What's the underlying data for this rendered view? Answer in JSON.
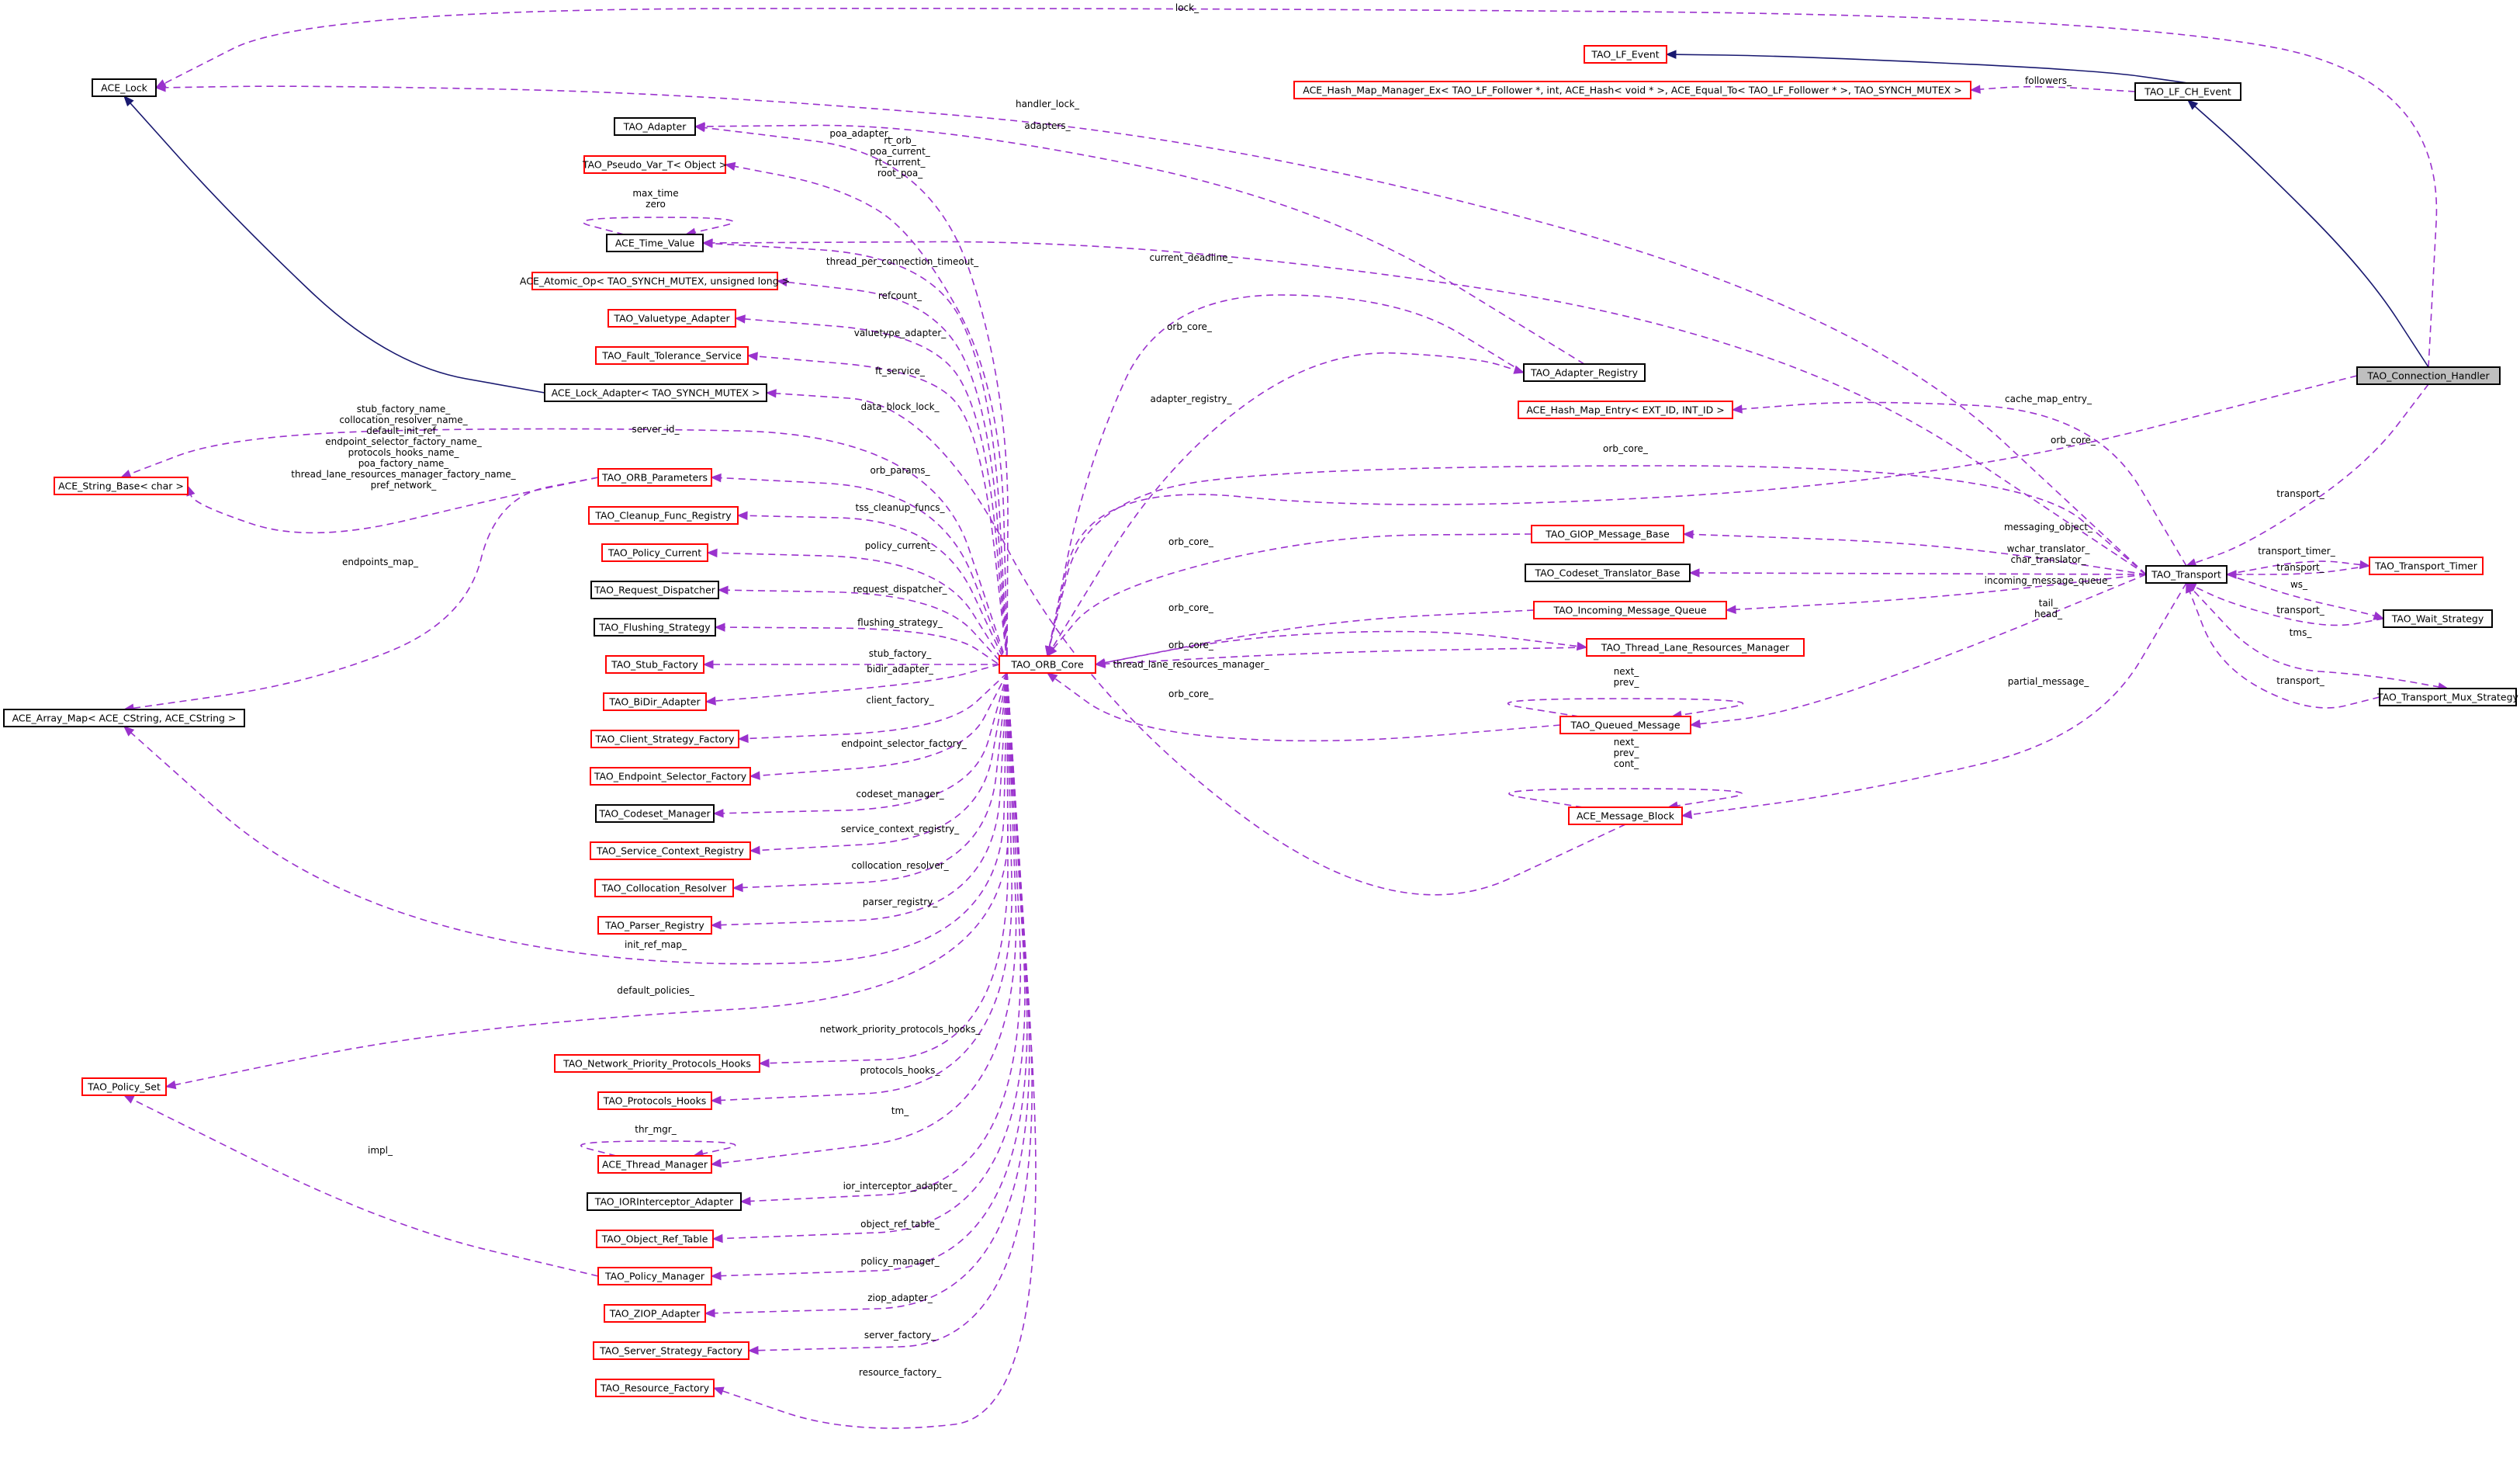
{
  "diagram": {
    "nodes": {
      "ace_lock": {
        "label": "ACE_Lock",
        "border": "black"
      },
      "tao_adapter": {
        "label": "TAO_Adapter",
        "border": "black"
      },
      "tao_pseudo_var": {
        "label": "TAO_Pseudo_Var_T< Object >",
        "border": "red"
      },
      "ace_time_value": {
        "label": "ACE_Time_Value",
        "border": "black"
      },
      "ace_atomic_op": {
        "label": "ACE_Atomic_Op< TAO_SYNCH_MUTEX, unsigned long >",
        "border": "red"
      },
      "tao_valuetype_adapter": {
        "label": "TAO_Valuetype_Adapter",
        "border": "red"
      },
      "tao_fault_tolerance": {
        "label": "TAO_Fault_Tolerance_Service",
        "border": "red"
      },
      "ace_lock_adapter": {
        "label": "ACE_Lock_Adapter< TAO_SYNCH_MUTEX >",
        "border": "black"
      },
      "ace_string_base": {
        "label": "ACE_String_Base< char >",
        "border": "red"
      },
      "tao_orb_parameters": {
        "label": "TAO_ORB_Parameters",
        "border": "red"
      },
      "tao_cleanup_func": {
        "label": "TAO_Cleanup_Func_Registry",
        "border": "red"
      },
      "tao_policy_current": {
        "label": "TAO_Policy_Current",
        "border": "red"
      },
      "tao_request_dispatcher": {
        "label": "TAO_Request_Dispatcher",
        "border": "black"
      },
      "tao_flushing_strategy": {
        "label": "TAO_Flushing_Strategy",
        "border": "black"
      },
      "tao_stub_factory": {
        "label": "TAO_Stub_Factory",
        "border": "red"
      },
      "tao_bidir_adapter": {
        "label": "TAO_BiDir_Adapter",
        "border": "red"
      },
      "ace_array_map": {
        "label": "ACE_Array_Map< ACE_CString, ACE_CString >",
        "border": "black"
      },
      "tao_client_strategy": {
        "label": "TAO_Client_Strategy_Factory",
        "border": "red"
      },
      "tao_endpoint_selector": {
        "label": "TAO_Endpoint_Selector_Factory",
        "border": "red"
      },
      "tao_codeset_manager": {
        "label": "TAO_Codeset_Manager",
        "border": "black"
      },
      "tao_service_context": {
        "label": "TAO_Service_Context_Registry",
        "border": "red"
      },
      "tao_collocation_resolver": {
        "label": "TAO_Collocation_Resolver",
        "border": "red"
      },
      "tao_parser_registry": {
        "label": "TAO_Parser_Registry",
        "border": "red"
      },
      "tao_policy_set": {
        "label": "TAO_Policy_Set",
        "border": "red"
      },
      "tao_network_priority": {
        "label": "TAO_Network_Priority_Protocols_Hooks",
        "border": "red"
      },
      "tao_protocols_hooks": {
        "label": "TAO_Protocols_Hooks",
        "border": "red"
      },
      "ace_thread_manager": {
        "label": "ACE_Thread_Manager",
        "border": "red"
      },
      "tao_iorinterceptor": {
        "label": "TAO_IORInterceptor_Adapter",
        "border": "black"
      },
      "tao_object_ref_table": {
        "label": "TAO_Object_Ref_Table",
        "border": "red"
      },
      "tao_policy_manager": {
        "label": "TAO_Policy_Manager",
        "border": "red"
      },
      "tao_ziop_adapter": {
        "label": "TAO_ZIOP_Adapter",
        "border": "red"
      },
      "tao_server_strategy": {
        "label": "TAO_Server_Strategy_Factory",
        "border": "red"
      },
      "tao_resource_factory": {
        "label": "TAO_Resource_Factory",
        "border": "red"
      },
      "tao_orb_core": {
        "label": "TAO_ORB_Core",
        "border": "red"
      },
      "tao_adapter_registry": {
        "label": "TAO_Adapter_Registry",
        "border": "black"
      },
      "ace_hash_map_entry": {
        "label": "ACE_Hash_Map_Entry< EXT_ID, INT_ID >",
        "border": "red"
      },
      "tao_giop_message_base": {
        "label": "TAO_GIOP_Message_Base",
        "border": "red"
      },
      "tao_codeset_translator": {
        "label": "TAO_Codeset_Translator_Base",
        "border": "black"
      },
      "tao_incoming_queue": {
        "label": "TAO_Incoming_Message_Queue",
        "border": "red"
      },
      "tao_thread_lane": {
        "label": "TAO_Thread_Lane_Resources_Manager",
        "border": "red"
      },
      "tao_queued_message": {
        "label": "TAO_Queued_Message",
        "border": "red"
      },
      "ace_message_block": {
        "label": "ACE_Message_Block",
        "border": "red"
      },
      "tao_lf_event": {
        "label": "TAO_LF_Event",
        "border": "red"
      },
      "ace_hash_map_manager": {
        "label": "ACE_Hash_Map_Manager_Ex< TAO_LF_Follower *, int, ACE_Hash< void * >, ACE_Equal_To< TAO_LF_Follower * >, TAO_SYNCH_MUTEX >",
        "border": "red"
      },
      "tao_lf_ch_event": {
        "label": "TAO_LF_CH_Event",
        "border": "black"
      },
      "tao_connection_handler": {
        "label": "TAO_Connection_Handler",
        "border": "gray"
      },
      "tao_transport": {
        "label": "TAO_Transport",
        "border": "black"
      },
      "tao_transport_timer": {
        "label": "TAO_Transport_Timer",
        "border": "red"
      },
      "tao_wait_strategy": {
        "label": "TAO_Wait_Strategy",
        "border": "black"
      },
      "tao_transport_mux": {
        "label": "TAO_Transport_Mux_Strategy",
        "border": "black"
      }
    },
    "edge_labels": {
      "lock": "lock_",
      "handler_lock": "handler_lock_",
      "adapters": "adapters_",
      "poa_adapter": "poa_adapter_",
      "rt_orb": "rt_orb_\npoa_current_\nrt_current_\nroot_poa_",
      "max_time": "max_time\nzero",
      "current_deadline": "current_deadline_",
      "thread_per_connection": "thread_per_connection_timeout_",
      "refcount": "refcount_",
      "valuetype_adapter": "valuetype_adapter_",
      "ft_service": "ft_service_",
      "data_block_lock": "data_block_lock_",
      "server_id": "server_id_",
      "string_base_members": "stub_factory_name_\ncollocation_resolver_name_\ndefault_init_ref_\nendpoint_selector_factory_name_\nprotocols_hooks_name_\npoa_factory_name_\nthread_lane_resources_manager_factory_name_\npref_network_",
      "endpoints_map": "endpoints_map_",
      "orb_params": "orb_params_",
      "tss_cleanup_funcs": "tss_cleanup_funcs_",
      "policy_current": "policy_current_",
      "request_dispatcher": "request_dispatcher_",
      "flushing_strategy": "flushing_strategy_",
      "stub_factory": "stub_factory_",
      "bidir_adapter": "bidir_adapter_",
      "client_factory": "client_factory_",
      "endpoint_selector_factory": "endpoint_selector_factory_",
      "codeset_manager": "codeset_manager_",
      "service_context_registry": "service_context_registry_",
      "collocation_resolver": "collocation_resolver_",
      "parser_registry": "parser_registry_",
      "init_ref_map": "init_ref_map_",
      "default_policies": "default_policies_",
      "network_priority_protocols_hooks": "network_priority_protocols_hooks_",
      "protocols_hooks": "protocols_hooks_",
      "tm": "tm_",
      "thr_mgr": "thr_mgr_",
      "impl": "impl_",
      "ior_interceptor_adapter": "ior_interceptor_adapter_",
      "object_ref_table": "object_ref_table_",
      "policy_manager": "policy_manager_",
      "ziop_adapter": "ziop_adapter_",
      "server_factory": "server_factory_",
      "resource_factory": "resource_factory_",
      "orb_core_adapter_registry": "orb_core_",
      "adapter_registry": "adapter_registry_",
      "orb_core_handler": "orb_core_",
      "orb_core_transport": "orb_core_",
      "orb_core_giop": "orb_core_",
      "orb_core_incoming": "orb_core_",
      "orb_core_thread_lane": "orb_core_",
      "orb_core_queued": "orb_core_",
      "thread_lane_resources_manager": "thread_lane_resources_manager_",
      "cache_map_entry": "cache_map_entry_",
      "messaging_object": "messaging_object_",
      "translators": "wchar_translator_\nchar_translator_",
      "incoming_message_queue": "incoming_message_queue_",
      "tail_head": "tail_\nhead_",
      "next_prev": "next_\nprev_",
      "partial_message": "partial_message_",
      "next_prev_cont": "next_\nprev_\ncont_",
      "followers": "followers_",
      "transport_ch": "transport_",
      "transport_timer": "transport_timer_",
      "transport_of_timer": "transport_",
      "ws": "ws_",
      "transport_of_wait": "transport_",
      "tms": "tms_",
      "transport_of_mux": "transport_"
    }
  }
}
